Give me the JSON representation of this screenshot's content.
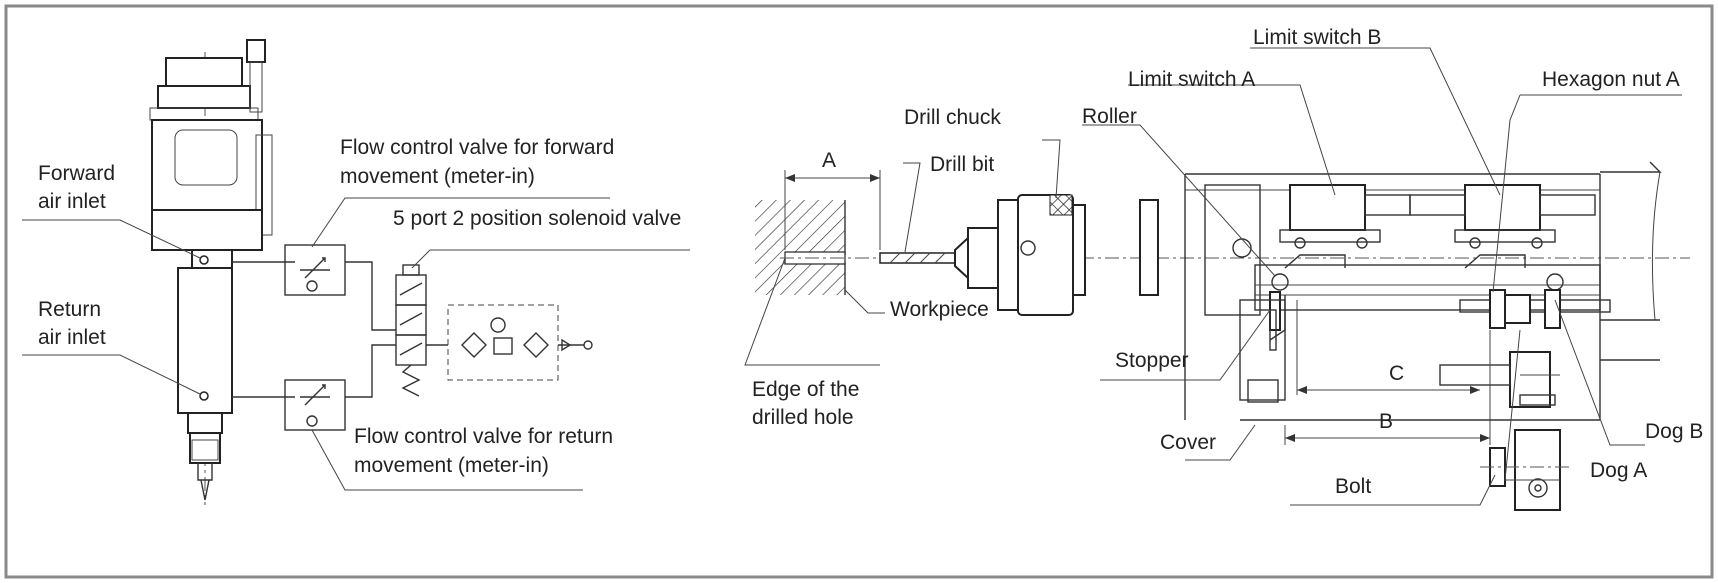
{
  "left_diagram": {
    "forward_air_inlet_l1": "Forward",
    "forward_air_inlet_l2": "air inlet",
    "return_air_inlet_l1": "Return",
    "return_air_inlet_l2": "air inlet",
    "flow_forward_l1": "Flow control valve for forward",
    "flow_forward_l2": "movement (meter-in)",
    "solenoid_valve": "5 port 2 position solenoid valve",
    "flow_return_l1": "Flow control valve for return",
    "flow_return_l2": "movement (meter-in)"
  },
  "right_diagram": {
    "dim_a": "A",
    "dim_b": "B",
    "dim_c": "C",
    "drill_chuck": "Drill chuck",
    "drill_bit": "Drill bit",
    "workpiece": "Workpiece",
    "edge_l1": "Edge of the",
    "edge_l2": "drilled hole",
    "roller": "Roller",
    "limit_switch_a": "Limit switch A",
    "limit_switch_b": "Limit switch B",
    "hexagon_nut_a": "Hexagon nut A",
    "stopper": "Stopper",
    "cover": "Cover",
    "bolt": "Bolt",
    "dog_a": "Dog A",
    "dog_b": "Dog B"
  }
}
